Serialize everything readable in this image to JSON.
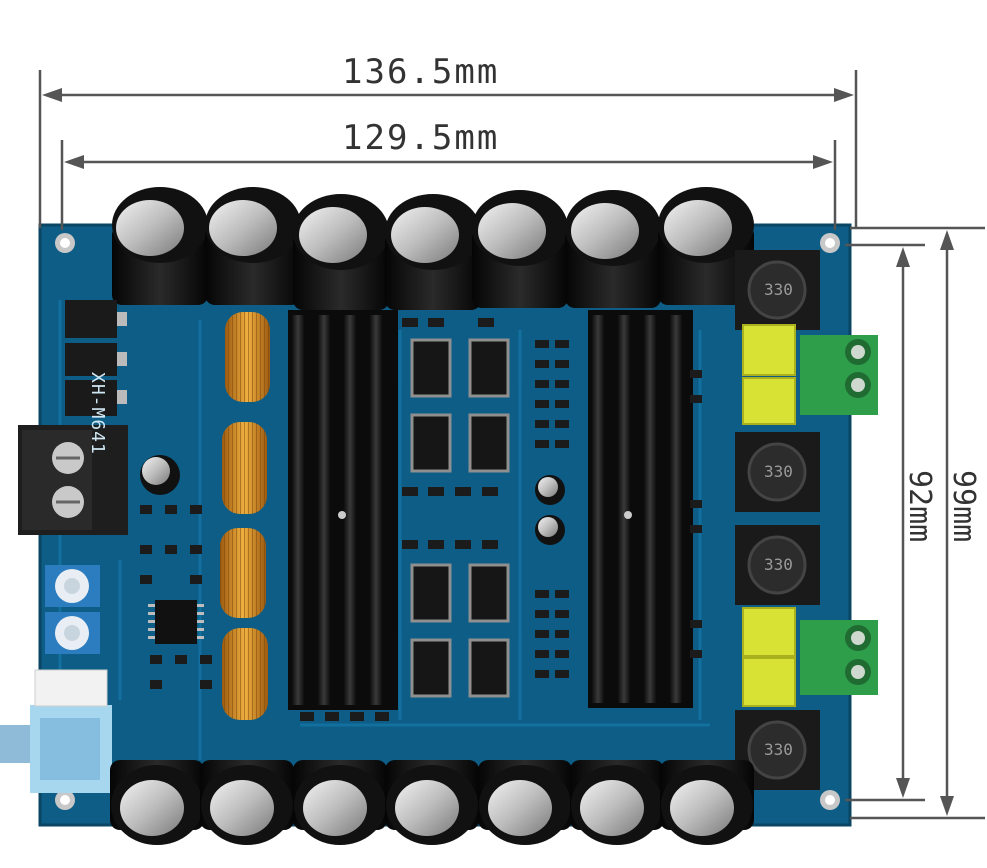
{
  "dimensions": {
    "width_outer": "136.5mm",
    "width_inner": "129.5mm",
    "height_inner": "92mm",
    "height_outer": "99mm"
  },
  "board": {
    "model_label": "XH-M641",
    "inductor_label": "330",
    "colors": {
      "pcb": "#0d5d86",
      "heatsink": "#1b1b1b",
      "capacitor": "#111111",
      "toroid": "#d4891f",
      "terminal_green": "#2e9e4a",
      "terminal_black": "#1e1e1e",
      "yellow_cap": "#d8e234",
      "jack_blue": "#a7d7ef"
    }
  }
}
